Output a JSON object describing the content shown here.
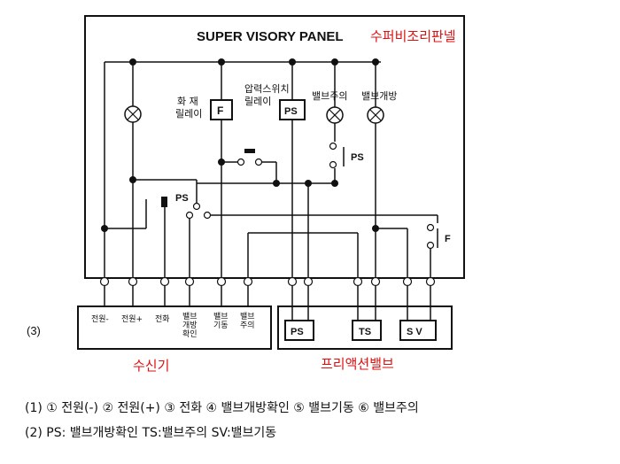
{
  "panel": {
    "title": "SUPER VISORY PANEL",
    "handwritten_note": "수퍼비조리판넬"
  },
  "relays": {
    "fire_label": "화 재\n릴레이",
    "fire_box": "F",
    "pressure_label": "압력스위치\n릴레이",
    "pressure_box": "PS",
    "valve_warn_label": "밸브주의",
    "valve_open_label": "밸브개방"
  },
  "switches": {
    "ps_right": "PS",
    "ps_left": "PS",
    "f_switch": "F"
  },
  "terminals_left": [
    "전원-",
    "전원+",
    "전화",
    "밸브\n개방\n확인",
    "밸브\n기동",
    "밸브\n주의"
  ],
  "receiver_note": "수신기",
  "terminals_right": [
    "PS",
    "TS",
    "S V"
  ],
  "preaction_note": "프리액션밸브",
  "figure_number": "(3)",
  "legend": {
    "line1": "(1) ① 전원(-) ② 전원(+) ③ 전화 ④ 밸브개방확인 ⑤ 밸브기동 ⑥ 밸브주의",
    "line2": "(2) PS: 밸브개방확인 TS:밸브주의 SV:밸브기동"
  }
}
